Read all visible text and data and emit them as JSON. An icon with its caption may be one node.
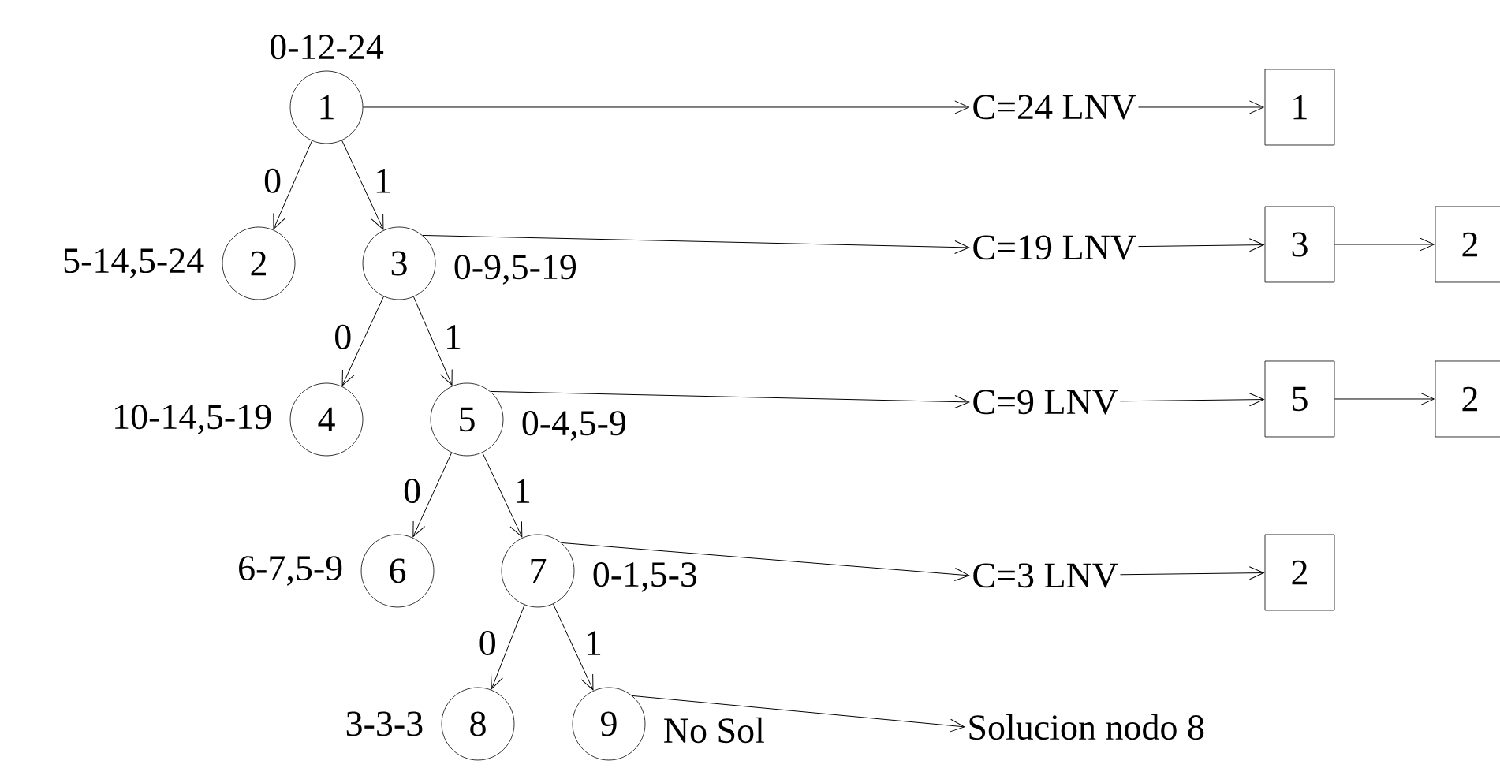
{
  "diagram": {
    "nodes": [
      {
        "text": [
          "1"
        ],
        "beside": [
          "0-12-24"
        ]
      },
      {
        "text": [
          "2"
        ],
        "beside": [
          "5-14,5-24"
        ]
      },
      {
        "text": [
          "3"
        ],
        "beside": [
          "0-9,5-19"
        ]
      },
      {
        "text": [
          "4"
        ],
        "beside": [
          "10-14,5-19"
        ]
      },
      {
        "text": [
          "5"
        ],
        "beside": [
          "0-4,5-9"
        ]
      },
      {
        "text": [
          "6"
        ],
        "beside": [
          "6-7,5-9"
        ]
      },
      {
        "text": [
          "7"
        ],
        "beside": [
          "0-1,5-3"
        ]
      },
      {
        "text": [
          "8"
        ],
        "beside": [
          "3-3-3"
        ]
      },
      {
        "text": [
          "9"
        ],
        "beside": [
          "No Sol"
        ]
      },
      {
        "text": [
          "C=24 LNV"
        ]
      },
      {
        "text": [
          "1"
        ]
      },
      {
        "text": [
          "C=19 LNV"
        ]
      },
      {
        "text": [
          "3"
        ]
      },
      {
        "text": [
          "2"
        ]
      },
      {
        "text": [
          "C=9 LNV"
        ]
      },
      {
        "text": [
          "5"
        ]
      },
      {
        "text": [
          "2"
        ]
      },
      {
        "text": [
          "C=3 LNV"
        ]
      },
      {
        "text": [
          "2"
        ]
      },
      {
        "text": [
          "Solucion nodo 8"
        ]
      }
    ],
    "edges": [
      {
        "from": 0,
        "to": 1,
        "arrow": "to",
        "label": "0"
      },
      {
        "from": 0,
        "to": 2,
        "arrow": "to",
        "label": "1"
      },
      {
        "from": 2,
        "to": 3,
        "arrow": "to",
        "label": "0"
      },
      {
        "from": 2,
        "to": 4,
        "arrow": "to",
        "label": "1"
      },
      {
        "from": 4,
        "to": 5,
        "arrow": "to",
        "label": "0"
      },
      {
        "from": 4,
        "to": 6,
        "arrow": "to",
        "label": "1"
      },
      {
        "from": 6,
        "to": 7,
        "arrow": "to",
        "label": "0"
      },
      {
        "from": 6,
        "to": 8,
        "arrow": "to",
        "label": "1"
      },
      {
        "from": 0,
        "to": 9,
        "arrow": "to"
      },
      {
        "from": 2,
        "to": 11,
        "arrow": "to"
      },
      {
        "from": 4,
        "to": 14,
        "arrow": "to"
      },
      {
        "from": 6,
        "to": 17,
        "arrow": "to"
      },
      {
        "from": 8,
        "to": 19,
        "arrow": "to"
      },
      {
        "from": 9,
        "to": 10,
        "arrow": "to"
      },
      {
        "from": 11,
        "to": 12,
        "arrow": "to"
      },
      {
        "from": 12,
        "to": 13,
        "arrow": "to"
      },
      {
        "from": 14,
        "to": 15,
        "arrow": "to"
      },
      {
        "from": 15,
        "to": 16,
        "arrow": "to"
      },
      {
        "from": 17,
        "to": 18,
        "arrow": "to"
      }
    ]
  }
}
